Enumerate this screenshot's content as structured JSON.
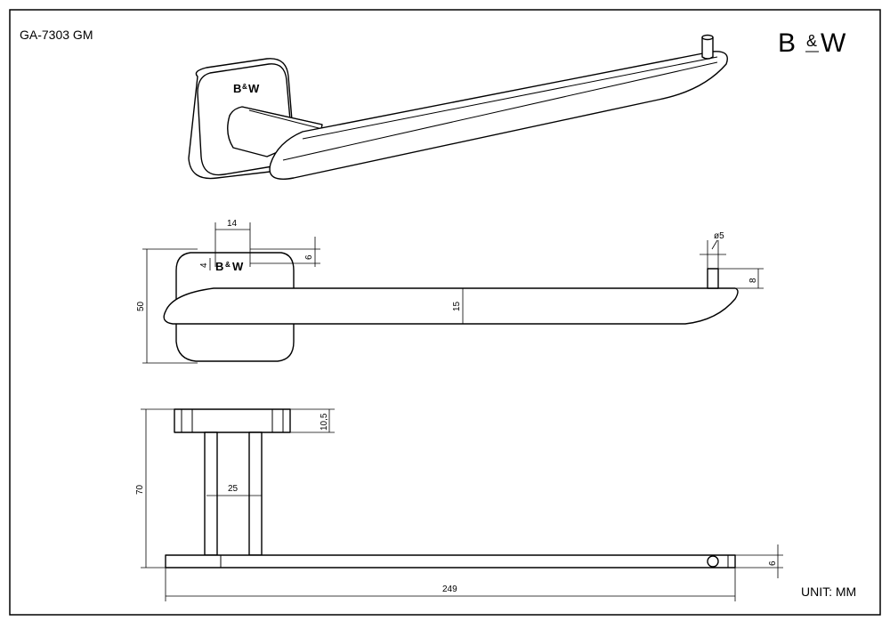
{
  "header": {
    "model_code": "GA-7303 GM",
    "unit_label": "UNIT: MM"
  },
  "brand": {
    "left": "B",
    "amp": "&",
    "right": "W"
  },
  "embossed_logo": {
    "left": "B",
    "amp": "&",
    "right": "W"
  },
  "dimensions": {
    "side_base_width": "14",
    "side_logo_height": "4",
    "side_slot_height": "6",
    "side_total_height": "50",
    "side_arm_thickness": "15",
    "pin_diameter": "ø5",
    "pin_height": "8",
    "top_base_depth": "10,5",
    "top_projection": "70",
    "top_post_spacing": "25",
    "top_arm_thickness": "6",
    "total_length": "249"
  }
}
